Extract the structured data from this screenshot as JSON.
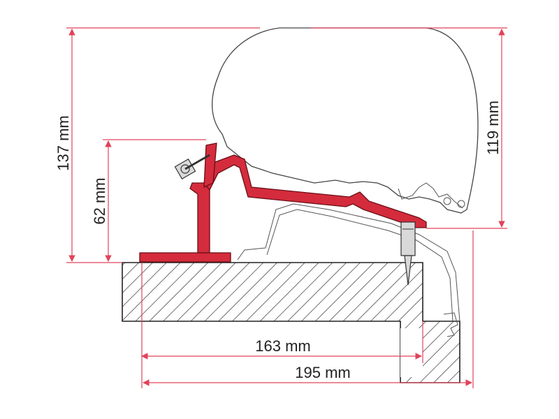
{
  "dimensions": {
    "total_height": "137 mm",
    "bracket_height": "62 mm",
    "awning_height": "119 mm",
    "inner_width": "163 mm",
    "outer_width": "195 mm"
  },
  "colors": {
    "bracket": "#d42c3c",
    "dimension_lines": "#e0435a",
    "outline": "#444444"
  }
}
